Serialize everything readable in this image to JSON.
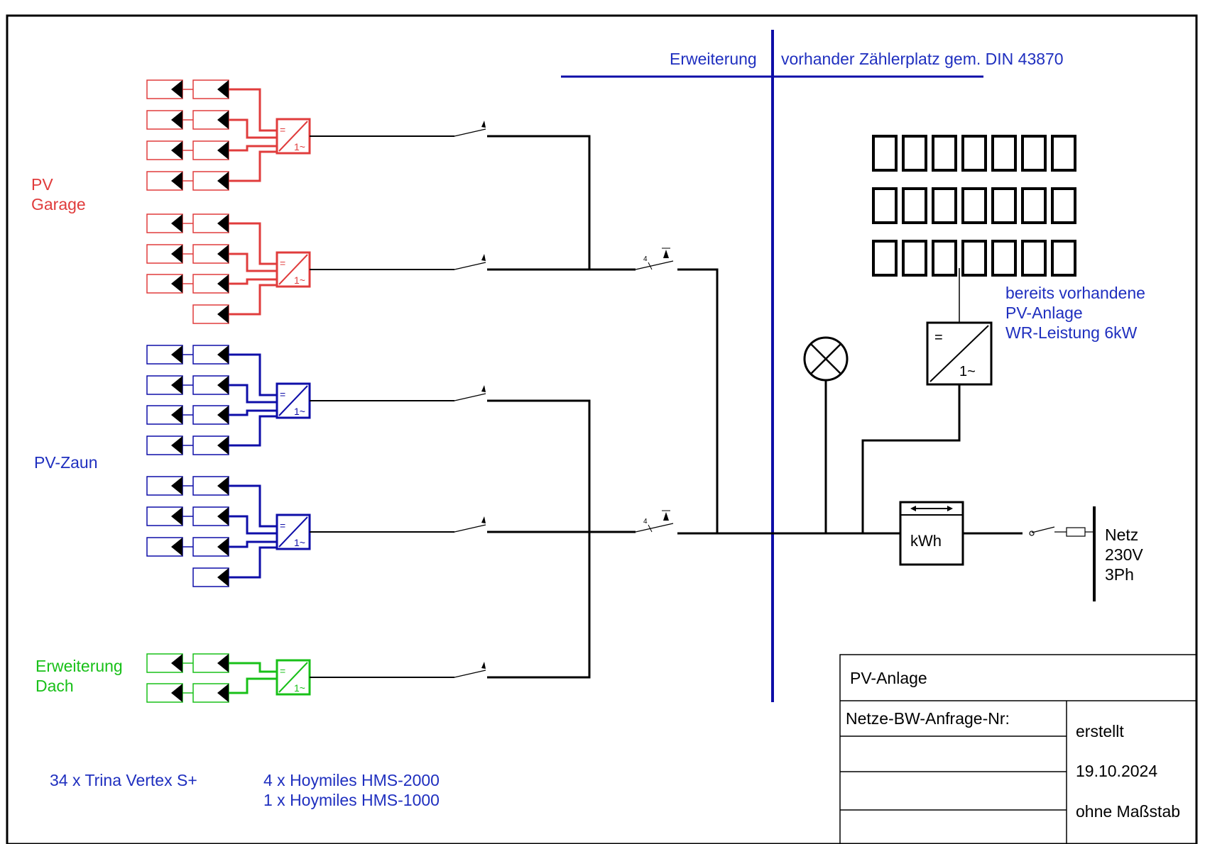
{
  "colors": {
    "garage": "#e03c3c",
    "zaun": "#0e0ea8",
    "dach": "#18c018",
    "blue_label": "#1f2fbf",
    "frame": "#000000"
  },
  "labels": {
    "pv_garage_line1": "PV",
    "pv_garage_line2": "Garage",
    "pv_zaun": "PV-Zaun",
    "erweiterung_dach_line1": "Erweiterung",
    "erweiterung_dach_line2": "Dach",
    "erweiterung_top": "Erweiterung",
    "zaehlerplatz": "vorhander Zählerplatz gem. DIN 43870",
    "bereits_line1": "bereits vorhandene",
    "bereits_line2": "PV-Anlage",
    "bereits_line3": "WR-Leistung 6kW",
    "netz_line1": "Netz",
    "netz_line2": "230V",
    "netz_line3": "3Ph",
    "kwh": "kWh",
    "modules": "34 x Trina Vertex S+",
    "inverter_line1": "4 x Hoymiles HMS-2000",
    "inverter_line2": "1 x Hoymiles HMS-1000",
    "inv_dc": "=",
    "inv_ac": "1~",
    "pole_count": "4"
  },
  "title_block": {
    "project": "PV-Anlage",
    "anfrage": "Netze-BW-Anfrage-Nr:",
    "erstellt": "erstellt",
    "date": "19.10.2024",
    "scale": "ohne Maßstab"
  }
}
